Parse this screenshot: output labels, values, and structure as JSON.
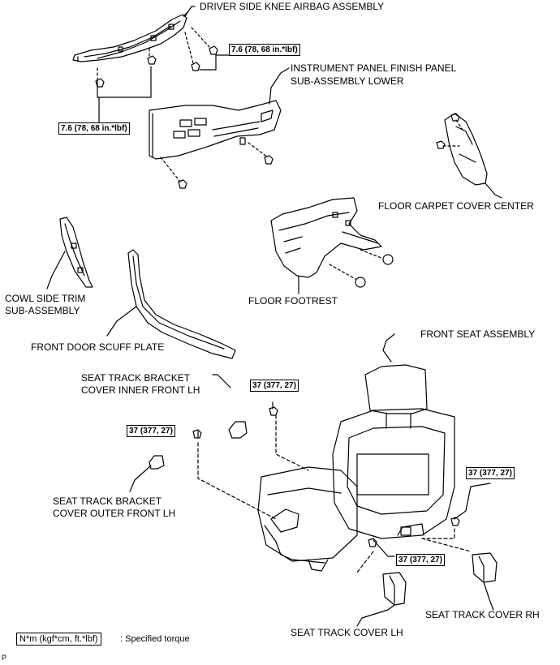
{
  "labels": {
    "driver_knee_airbag": "DRIVER SIDE KNEE AIRBAG ASSEMBLY",
    "instrument_panel_line1": "INSTRUMENT PANEL FINISH PANEL",
    "instrument_panel_line2": "SUB-ASSEMBLY LOWER",
    "floor_carpet_cover": "FLOOR CARPET COVER CENTER",
    "cowl_side_line1": "COWL SIDE TRIM",
    "cowl_side_line2": "SUB-ASSEMBLY",
    "floor_footrest": "FLOOR FOOTREST",
    "front_door_scuff": "FRONT DOOR SCUFF PLATE",
    "front_seat": "FRONT SEAT ASSEMBLY",
    "seat_track_inner_line1": "SEAT TRACK BRACKET",
    "seat_track_inner_line2": "COVER INNER FRONT LH",
    "seat_track_outer_line1": "SEAT TRACK BRACKET",
    "seat_track_outer_line2": "COVER OUTER FRONT LH",
    "seat_track_cover_lh": "SEAT TRACK COVER LH",
    "seat_track_cover_rh": "SEAT TRACK COVER RH"
  },
  "torques": {
    "airbag_upper": "7.6 (78, 68 in.*lbf)",
    "airbag_lower": "7.6 (78, 68 in.*lbf)",
    "seat_inner_front": "37 (377, 27)",
    "seat_outer_front": "37 (377, 27)",
    "seat_rear_right": "37 (377, 27)",
    "seat_rear_center": "37 (377, 27)"
  },
  "legend": {
    "box": "N*m (kgf*cm, ft.*lbf)",
    "text": ": Specified torque"
  },
  "figure_code": "P"
}
